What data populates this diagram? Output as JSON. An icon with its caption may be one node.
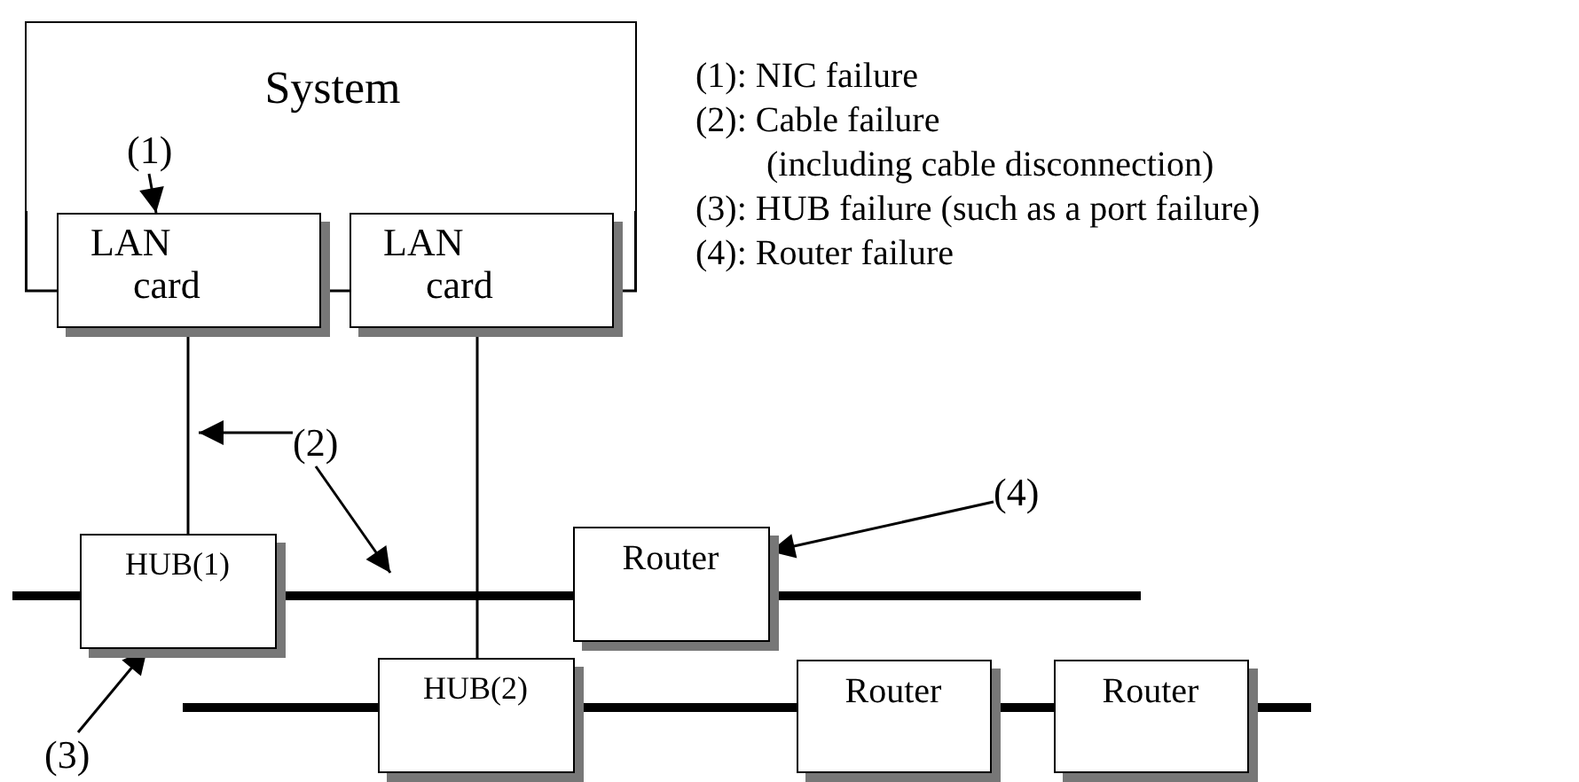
{
  "diagram": {
    "nodes": [
      {
        "text": [
          "System"
        ]
      },
      {
        "text": [
          "LAN card"
        ]
      },
      {
        "text": [
          "LAN card"
        ]
      },
      {
        "text": [
          "HUB(1)"
        ]
      },
      {
        "text": [
          "Router"
        ]
      },
      {
        "text": [
          "HUB(2)"
        ]
      },
      {
        "text": [
          "Router"
        ]
      },
      {
        "text": [
          "Router"
        ]
      },
      {
        "text": [
          "(1)"
        ],
        "in": 0
      },
      {
        "text": [
          "(2)"
        ]
      },
      {
        "text": [
          "(3)"
        ]
      },
      {
        "text": [
          "(4)"
        ]
      }
    ],
    "edges": [
      {
        "from": 8,
        "to": 1,
        "arrow": "to"
      },
      {
        "from": 9,
        "to": null,
        "arrow": "to"
      },
      {
        "from": 9,
        "to": null,
        "arrow": "to"
      },
      {
        "from": 10,
        "to": 3,
        "arrow": "to"
      },
      {
        "from": 11,
        "to": 4,
        "arrow": "to"
      },
      {
        "from": 1,
        "to": 3,
        "arrow": "none"
      },
      {
        "from": 2,
        "to": 5,
        "arrow": "none"
      },
      {
        "from": 3,
        "to": 4,
        "arrow": "none",
        "style": "thick"
      },
      {
        "from": 5,
        "to": 6,
        "arrow": "none",
        "style": "thick"
      },
      {
        "from": 6,
        "to": 7,
        "arrow": "none",
        "style": "thick"
      }
    ],
    "labels": [
      "(1): NIC failure",
      "(2): Cable failure",
      "(including cable disconnection)",
      "(3): HUB failure (such as a port failure)",
      "(4): Router failure"
    ]
  }
}
